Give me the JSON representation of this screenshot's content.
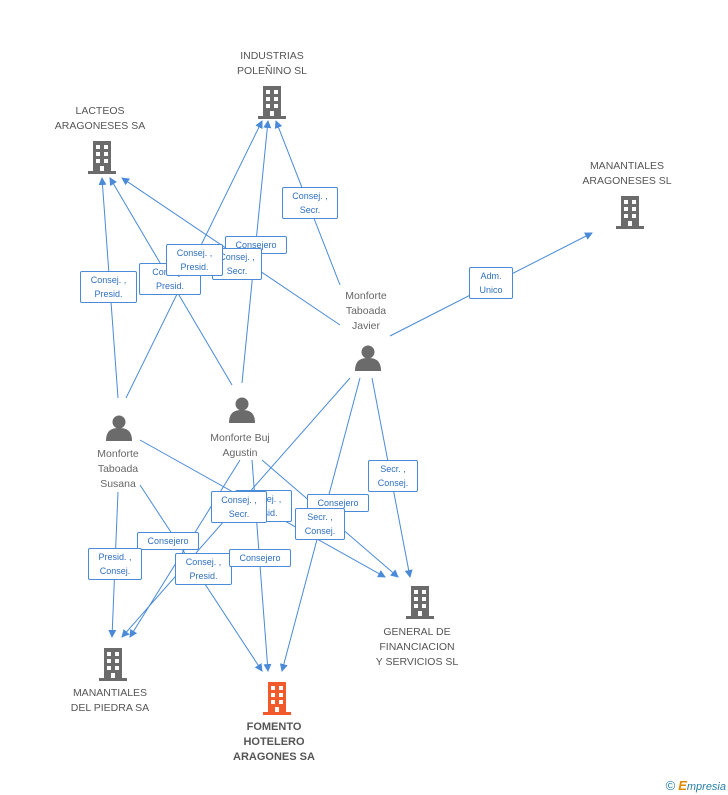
{
  "companies": {
    "industrias": "INDUSTRIAS\nPOLEÑINO SL",
    "lacteos": "LACTEOS\nARAGONESES SA",
    "manantiales_aragoneses": "MANANTIALES\nARAGONESES SL",
    "general": "GENERAL DE\nFINANCIACION\nY SERVICIOS SL",
    "manantiales_piedra": "MANANTIALES\nDEL PIEDRA SA",
    "fomento": "FOMENTO\nHOTELERO\nARAGONES SA"
  },
  "persons": {
    "javier": "Monforte\nTaboada\nJavier",
    "agustin": "Monforte Buj\nAgustin",
    "susana": "Monforte\nTaboada\nSusana"
  },
  "edge_labels": {
    "e1": "Consej. ,\nSecr.",
    "e2": "Consejero",
    "e3": "Consej. ,\nSecr.",
    "e4": "Consej. ,\nPresid.",
    "e5": "Consej. ,\nPresid.",
    "e6": "Consej. ,\nPresid.",
    "e7": "Adm.\nUnico",
    "e8": "Secr. ,\nConsej.",
    "e9": "Consejero",
    "e10": "Secr. ,\nConsej.",
    "e11": "Consej. ,\nPresid.",
    "e12": "Consej. ,\nSecr.",
    "e13": "Consejero",
    "e14": "Presid. ,\nConsej.",
    "e15": "Consej. ,\nPresid.",
    "e16": "Consejero"
  },
  "colors": {
    "edge": "#4a8ad8",
    "building": "#6b6b6b",
    "building_main": "#f25a2b",
    "person": "#6b6b6b"
  },
  "footer": {
    "copyright": "©",
    "brand_first": "E",
    "brand_rest": "mpresia"
  }
}
